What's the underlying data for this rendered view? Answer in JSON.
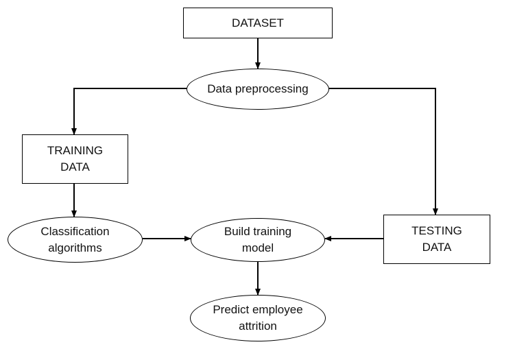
{
  "nodes": {
    "dataset": {
      "lines": [
        "DATASET"
      ]
    },
    "preprocess": {
      "lines": [
        "Data preprocessing"
      ]
    },
    "training": {
      "lines": [
        "TRAINING",
        "DATA"
      ]
    },
    "classification": {
      "lines": [
        "Classification",
        "algorithms"
      ]
    },
    "build": {
      "lines": [
        "Build training",
        "model"
      ]
    },
    "testing": {
      "lines": [
        "TESTING",
        "DATA"
      ]
    },
    "predict": {
      "lines": [
        "Predict employee",
        "attrition"
      ]
    }
  },
  "edges": [
    {
      "from": "dataset",
      "to": "preprocess"
    },
    {
      "from": "preprocess",
      "to": "training"
    },
    {
      "from": "preprocess",
      "to": "testing"
    },
    {
      "from": "training",
      "to": "classification"
    },
    {
      "from": "classification",
      "to": "build"
    },
    {
      "from": "testing",
      "to": "build"
    },
    {
      "from": "build",
      "to": "predict"
    }
  ],
  "colors": {
    "stroke": "#000000",
    "background": "#ffffff",
    "text": "#111111"
  }
}
